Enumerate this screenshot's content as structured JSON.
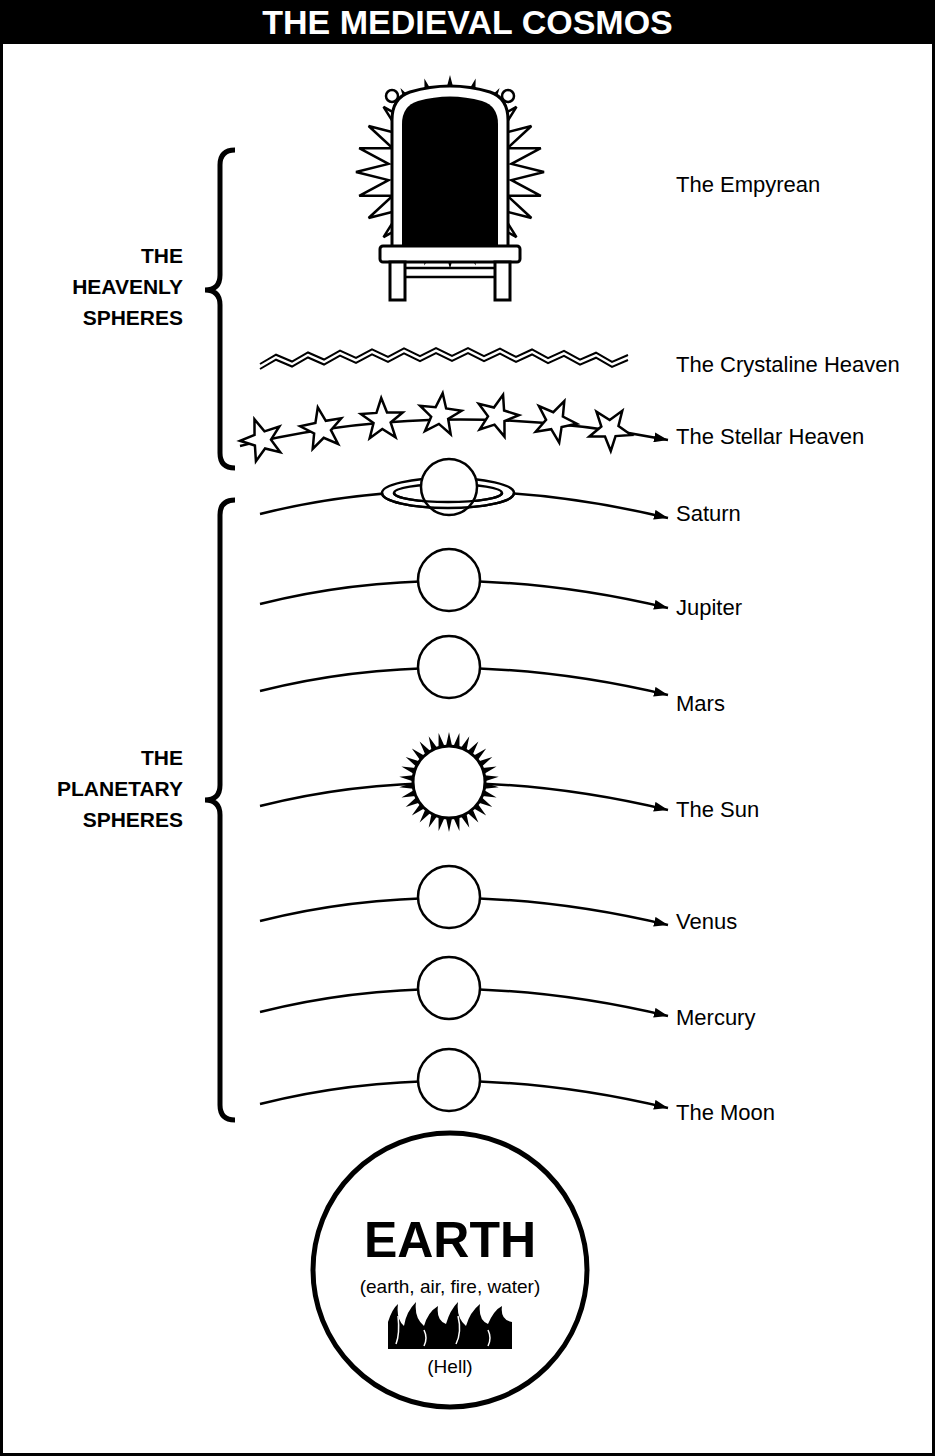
{
  "diagram": {
    "title": "THE MEDIEVAL COSMOS",
    "nodes": [
      {
        "text": [
          "EARTH",
          "(earth, air, fire, water)",
          "(Hell)"
        ]
      }
    ],
    "labels": [
      "THE HEAVENLY SPHERES",
      "THE PLANETARY SPHERES",
      "The Empyrean",
      "The Crystaline Heaven",
      "The Stellar Heaven",
      "Saturn",
      "Jupiter",
      "Mars",
      "The Sun",
      "Venus",
      "Mercury",
      "The Moon"
    ]
  }
}
